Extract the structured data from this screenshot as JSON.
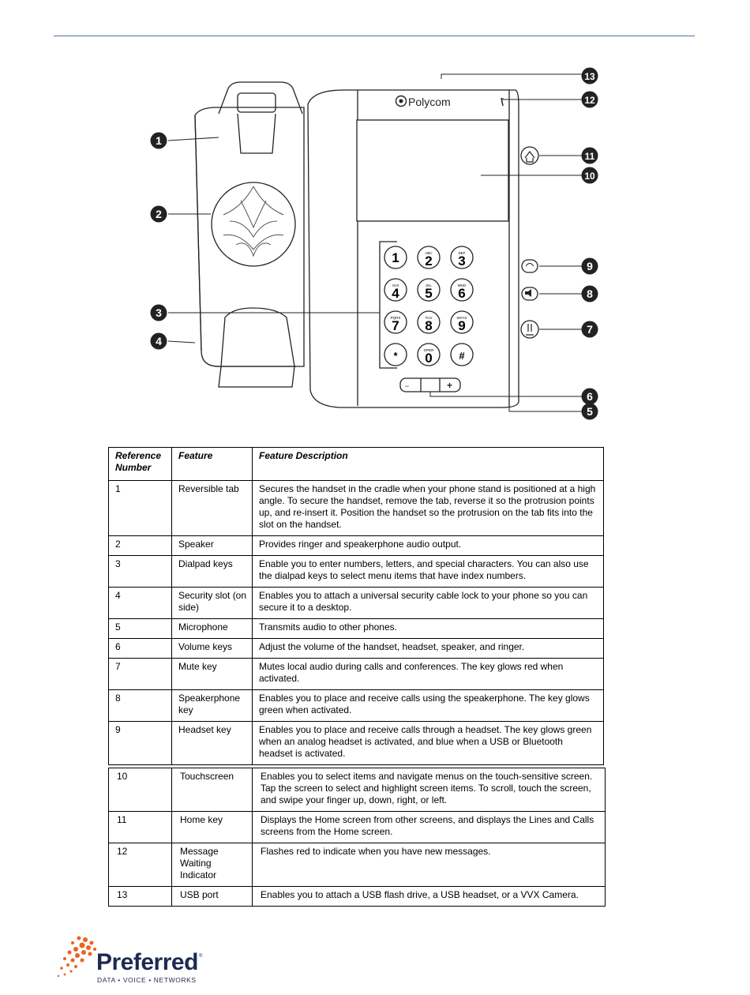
{
  "figure": {
    "brand": "Polycom",
    "callouts": [
      "1",
      "2",
      "3",
      "4",
      "5",
      "6",
      "7",
      "8",
      "9",
      "10",
      "11",
      "12",
      "13"
    ],
    "dialpad": [
      {
        "digit": "1",
        "letters": ""
      },
      {
        "digit": "2",
        "letters": "ABC"
      },
      {
        "digit": "3",
        "letters": "DEF"
      },
      {
        "digit": "4",
        "letters": "GHI"
      },
      {
        "digit": "5",
        "letters": "JKL"
      },
      {
        "digit": "6",
        "letters": "MNO"
      },
      {
        "digit": "7",
        "letters": "PQRS"
      },
      {
        "digit": "8",
        "letters": "TUV"
      },
      {
        "digit": "9",
        "letters": "WXYZ"
      },
      {
        "digit": "*",
        "letters": ""
      },
      {
        "digit": "0",
        "letters": "OPER"
      },
      {
        "digit": "#",
        "letters": ""
      }
    ],
    "volume_minus": "−",
    "volume_plus": "+"
  },
  "table": {
    "headers": [
      "Reference Number",
      "Feature",
      "Feature Description"
    ],
    "rows_part1": [
      {
        "ref": "1",
        "feature": "Reversible tab",
        "description": "Secures the handset in the cradle when your phone stand is positioned at a high angle. To secure the handset, remove the tab, reverse it so the protrusion points up, and re-insert it. Position the handset so the protrusion on the tab fits into the slot on the handset."
      },
      {
        "ref": "2",
        "feature": "Speaker",
        "description": "Provides ringer and speakerphone audio output."
      },
      {
        "ref": "3",
        "feature": "Dialpad keys",
        "description": "Enable you to enter numbers, letters, and special characters. You can also use the dialpad keys to select menu items that have index numbers."
      },
      {
        "ref": "4",
        "feature": "Security slot (on side)",
        "description": "Enables you to attach a universal security cable lock to your phone so you can secure it to a desktop."
      },
      {
        "ref": "5",
        "feature": "Microphone",
        "description": "Transmits audio to other phones."
      },
      {
        "ref": "6",
        "feature": "Volume keys",
        "description": "Adjust the volume of the handset, headset, speaker, and ringer."
      },
      {
        "ref": "7",
        "feature": "Mute key",
        "description": "Mutes local audio during calls and conferences. The key glows red when activated."
      },
      {
        "ref": "8",
        "feature": "Speakerphone key",
        "description": "Enables you to place and receive calls using the speakerphone. The key glows green when activated."
      },
      {
        "ref": "9",
        "feature": "Headset key",
        "description": "Enables you to place and receive calls through a headset. The key glows green when an analog headset is activated, and blue when a USB or Bluetooth headset is activated."
      }
    ],
    "rows_part2": [
      {
        "ref": "10",
        "feature": "Touchscreen",
        "description": "Enables you to select items and navigate menus on the touch-sensitive screen. Tap the screen to select and highlight screen items. To scroll, touch the screen, and swipe your finger up, down, right, or left."
      },
      {
        "ref": "11",
        "feature": "Home key",
        "description": "Displays the Home screen from other screens, and displays the Lines and Calls screens from the Home screen."
      },
      {
        "ref": "12",
        "feature": "Message Waiting Indicator",
        "description": "Flashes red to indicate when you have new messages."
      },
      {
        "ref": "13",
        "feature": "USB port",
        "description": "Enables you to attach a USB flash drive, a USB headset, or a VVX Camera."
      }
    ]
  },
  "footer_logo": {
    "name": "Preferred",
    "tagline": "DATA • VOICE • NETWORKS",
    "trademark": "®",
    "accent_color": "#e8641e",
    "text_color": "#1f2a52"
  }
}
